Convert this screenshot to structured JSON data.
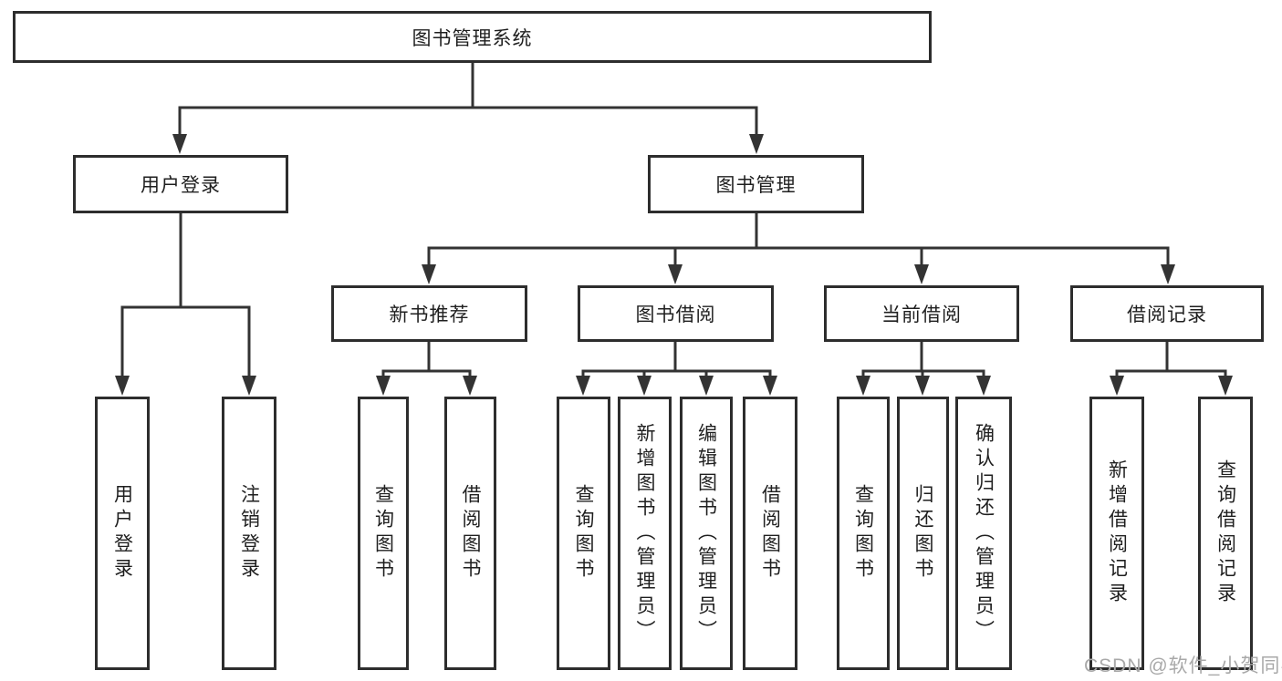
{
  "colors": {
    "background": "#ffffff",
    "line": "#333333",
    "box_border": "#2d2d2d",
    "text": "#1f1f1f",
    "watermark": "#a9a9a9"
  },
  "diagram": {
    "type": "tree",
    "root": {
      "label": "图书管理系统"
    },
    "branches": [
      {
        "label": "用户登录",
        "children": [
          {
            "label": "用户登录"
          },
          {
            "label": "注销登录"
          }
        ]
      },
      {
        "label": "图书管理",
        "children": [
          {
            "label": "新书推荐",
            "children": [
              {
                "label": "查询图书"
              },
              {
                "label": "借阅图书"
              }
            ]
          },
          {
            "label": "图书借阅",
            "children": [
              {
                "label": "查询图书"
              },
              {
                "label": "新增图书（管理员）"
              },
              {
                "label": "编辑图书（管理员）"
              },
              {
                "label": "借阅图书"
              }
            ]
          },
          {
            "label": "当前借阅",
            "children": [
              {
                "label": "查询图书"
              },
              {
                "label": "归还图书"
              },
              {
                "label": "确认归还（管理员）"
              }
            ]
          },
          {
            "label": "借阅记录",
            "children": [
              {
                "label": "新增借阅记录"
              },
              {
                "label": "查询借阅记录"
              }
            ]
          }
        ]
      }
    ]
  },
  "watermark": {
    "text": "CSDN @软件_小贺同学"
  }
}
